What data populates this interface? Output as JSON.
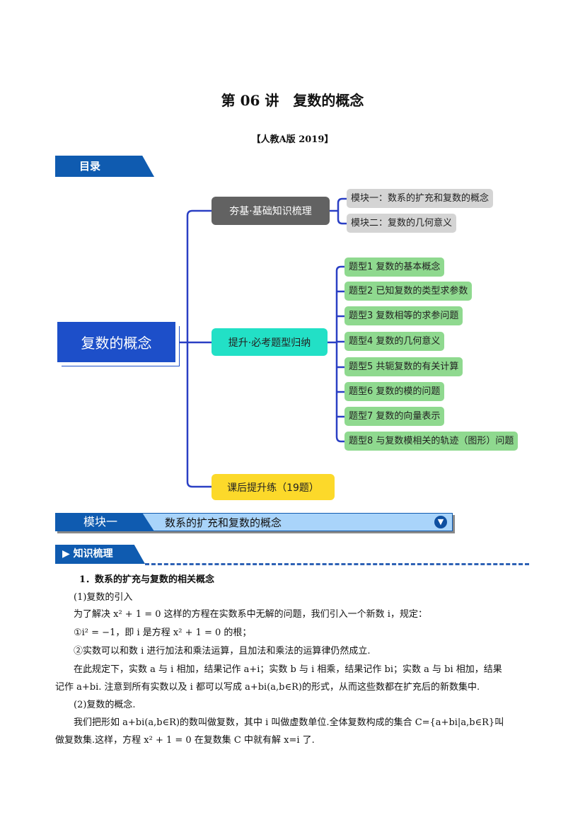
{
  "header": {
    "title": "第 06 讲　复数的概念",
    "edition": "【人教A版 2019】"
  },
  "toc": {
    "label": "目录",
    "root": "复数的概念",
    "branches": [
      {
        "label": "夯基·基础知识梳理",
        "children": [
          "模块一：数系的扩充和复数的概念",
          "模块二：复数的几何意义"
        ]
      },
      {
        "label": "提升·必考题型归纳",
        "children": [
          "题型1 复数的基本概念",
          "题型2 已知复数的类型求参数",
          "题型3 复数相等的求参问题",
          "题型4 复数的几何意义",
          "题型5 共轭复数的有关计算",
          "题型6 复数的模的问题",
          "题型7 复数的向量表示",
          "题型8 与复数模相关的轨迹（图形）问题"
        ]
      },
      {
        "label": "课后提升练（19题）",
        "children": []
      }
    ]
  },
  "module": {
    "tag": "模块一",
    "title": "数系的扩充和复数的概念"
  },
  "section": {
    "label": "▶ 知识梳理"
  },
  "content": {
    "heading": "1．数系的扩充与复数的相关概念",
    "lines": [
      "(1)复数的引入",
      "为了解决 x² + 1 = 0 这样的方程在实数系中无解的问题，我们引入一个新数 i，规定：",
      "①i² = −1，即 i 是方程 x² + 1 = 0 的根；",
      "②实数可以和数 i 进行加法和乘法运算，且加法和乘法的运算律仍然成立.",
      "在此规定下，实数 a 与 i 相加，结果记作 a+i；实数 b 与 i 相乘，结果记作 bi；实数 a 与 bi 相加，结果",
      "记作 a+bi. 注意到所有实数以及 i 都可以写成 a+bi(a,b∈R)的形式，从而这些数都在扩充后的新数集中.",
      "(2)复数的概念.",
      "我们把形如 a+bi(a,b∈R)的数叫做复数，其中 i 叫做虚数单位.全体复数构成的集合 C={a+bi|a,b∈R}叫",
      "做复数集.这样，方程 x² + 1 = 0 在复数集 C 中就有解 x=i 了."
    ]
  }
}
